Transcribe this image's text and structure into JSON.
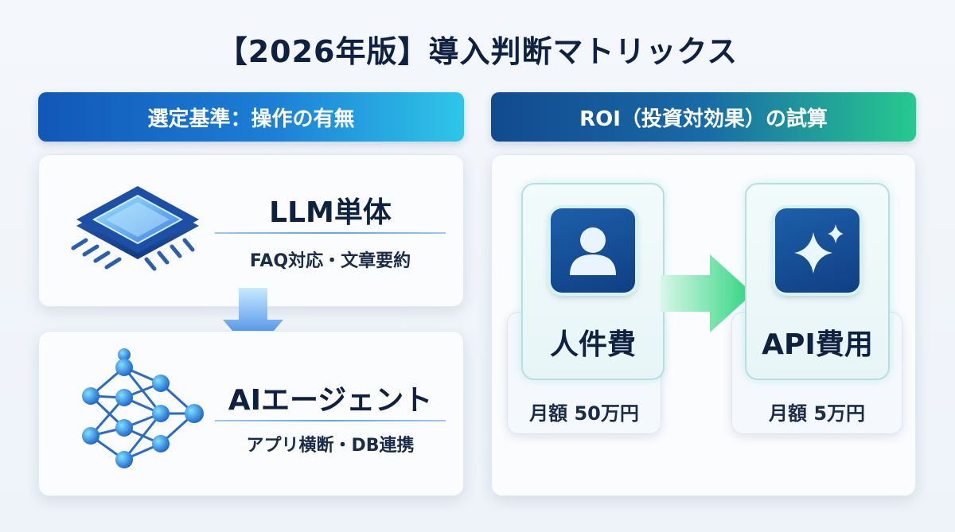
{
  "title": "【2026年版】導入判断マトリックス",
  "left_column": {
    "header": "選定基準：操作の有無",
    "cards": [
      {
        "title": "LLM単体",
        "subtitle": "FAQ対応・文章要約",
        "icon": "chip-icon"
      },
      {
        "title": "AIエージェント",
        "subtitle": "アプリ横断・DB連携",
        "icon": "neural-network-icon"
      }
    ],
    "arrow_icon": "down-arrow-icon"
  },
  "right_column": {
    "header": "ROI（投資対効果）の試算",
    "before": {
      "label": "人件費",
      "amount": "月額 50万円",
      "icon": "person-icon"
    },
    "after": {
      "label": "API費用",
      "amount": "月額 5万円",
      "icon": "sparkle-icon"
    },
    "arrow_icon": "right-arrow-icon"
  },
  "colors": {
    "title_text": "#0f2140",
    "left_header_start": "#1157b8",
    "left_header_end": "#2ec6e8",
    "right_header_start": "#124a8f",
    "right_header_end": "#27c98f",
    "icon_navy": "#0f3f82",
    "arrow_green": "#3ddc84"
  }
}
